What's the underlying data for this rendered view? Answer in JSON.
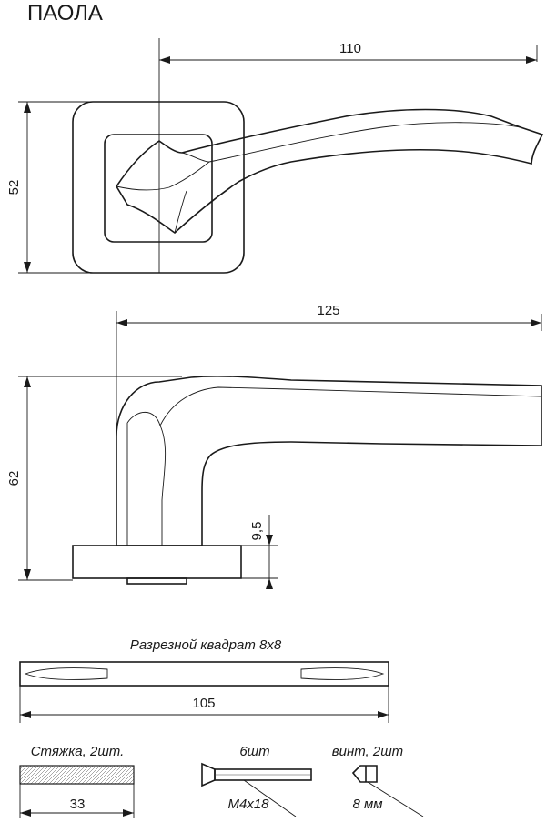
{
  "title": "ПАОЛА",
  "top_view": {
    "dim_length": "110",
    "dim_height": "52"
  },
  "side_view": {
    "dim_length": "125",
    "dim_height": "62",
    "dim_rosette": "9,5"
  },
  "spindle": {
    "caption": "Разрезной квадрат 8х8",
    "dim_length": "105"
  },
  "accessories": {
    "tie_caption": "Стяжка, 2шт.",
    "tie_length": "33",
    "bolt_count": "6шт",
    "bolt_size": "М4х18",
    "screw_caption": "винт, 2шт",
    "screw_size": "8 мм"
  }
}
